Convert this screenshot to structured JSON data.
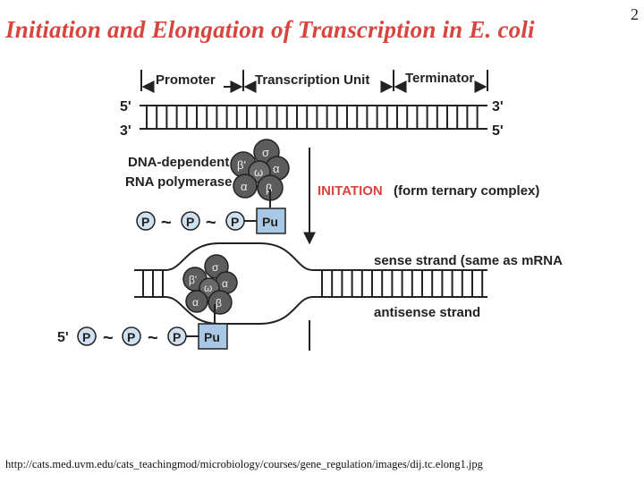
{
  "slide": {
    "title": "Initiation and Elongation of Transcription in E. coli",
    "number": "2",
    "source_url": "http://cats.med.uvm.edu/cats_teachingmod/microbiology/courses/gene_regulation/images/dij.tc.elong1.jpg"
  },
  "diagram": {
    "regions": {
      "promoter": "Promoter",
      "transcription_unit": "Transcription Unit",
      "terminator": "Terminator"
    },
    "strand_ends": {
      "top_left": "5'",
      "bottom_left": "3'",
      "top_right": "3'",
      "bottom_right": "5'",
      "chain_start": "5'"
    },
    "polymerase_label": [
      "DNA-dependent",
      "RNA polymerase"
    ],
    "subunits": {
      "sigma": "σ",
      "beta_prime": "β'",
      "omega": "ω",
      "alpha": "α",
      "beta": "β"
    },
    "nucleotide": {
      "phosphate": "P",
      "purine": "Pu",
      "link": "~"
    },
    "initiation": {
      "keyword": "INITATION",
      "note": "(form ternary complex)"
    },
    "sense_strand": "sense strand (same as mRNA",
    "antisense_strand": "antisense strand"
  },
  "colors": {
    "title": "#d8453f",
    "keyword": "#d8453f",
    "phosphate_fill": "#cfe0f0",
    "purine_fill": "#a9c8e6",
    "subunit_fill": "#5c5c5c"
  }
}
